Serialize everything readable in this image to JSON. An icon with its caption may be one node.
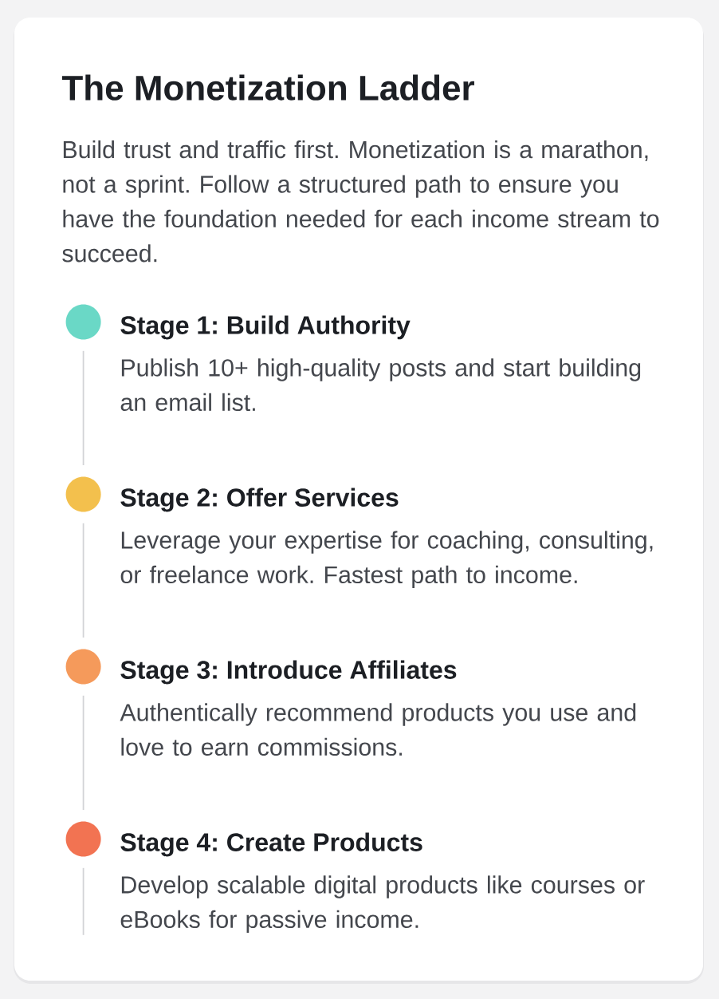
{
  "diagram": {
    "title": "The Monetization Ladder",
    "nodes": [
      {
        "text": [],
        "shape": "circle",
        "beside": [
          "Stage 1: Build Authority",
          "Publish 10+ high-quality posts and start building an email list."
        ]
      },
      {
        "text": [],
        "shape": "circle",
        "beside": [
          "Stage 2: Offer Services",
          "Leverage your expertise for coaching, consulting, or freelance work. Fastest path to income."
        ]
      },
      {
        "text": [],
        "shape": "circle",
        "beside": [
          "Stage 3: Introduce Affiliates",
          "Authentically recommend products you use and love to earn commissions."
        ]
      },
      {
        "text": [],
        "shape": "circle",
        "beside": [
          "Stage 4: Create Products",
          "Develop scalable digital products like courses or eBooks for passive income."
        ]
      }
    ],
    "edges": [
      {
        "from": 0,
        "to": 1,
        "arrow": "none"
      },
      {
        "from": 1,
        "to": 2,
        "arrow": "none"
      },
      {
        "from": 2,
        "to": 3,
        "arrow": "none"
      },
      {
        "from": 3,
        "to": null,
        "arrow": "none"
      }
    ],
    "labels": [
      "Build trust and traffic first. Monetization is a marathon, not a sprint. Follow a structured path to ensure you have the foundation needed for each income stream to succeed."
    ]
  }
}
